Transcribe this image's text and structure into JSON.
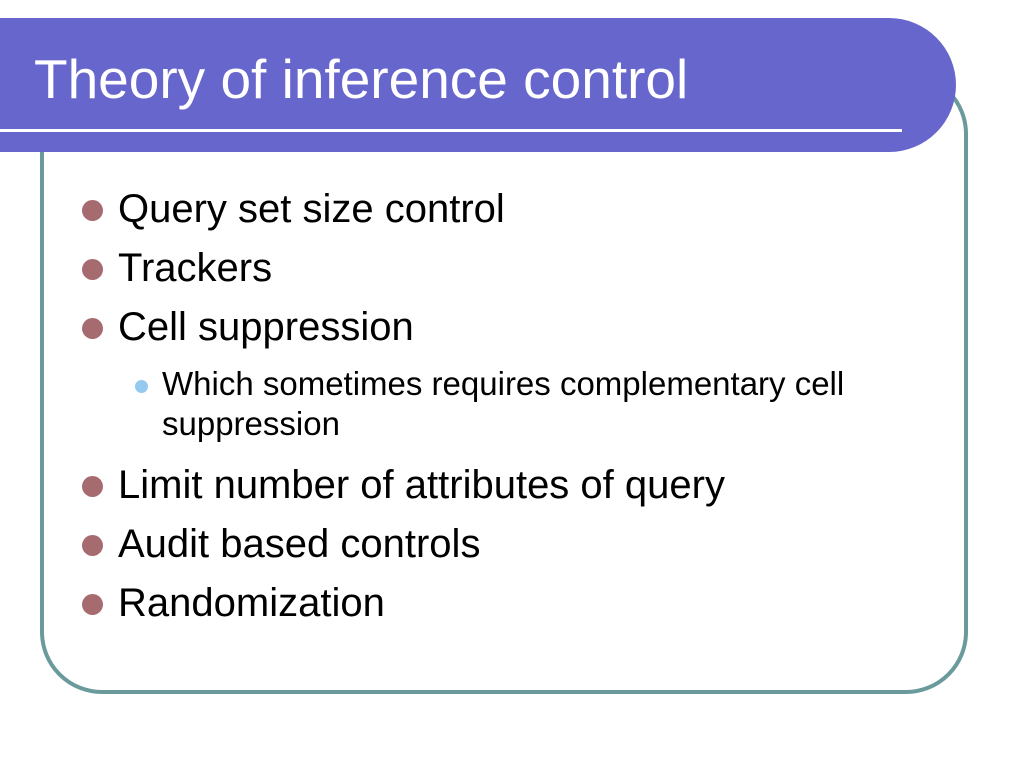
{
  "slide": {
    "title": "Theory of inference control",
    "bullets": [
      {
        "text": "Query set size control",
        "level": 1
      },
      {
        "text": "Trackers",
        "level": 1
      },
      {
        "text": "Cell suppression",
        "level": 1
      },
      {
        "text": "Which sometimes requires complementary cell suppression",
        "level": 2
      },
      {
        "text": "Limit number of attributes of query",
        "level": 1
      },
      {
        "text": "Audit based controls",
        "level": 1
      },
      {
        "text": "Randomization",
        "level": 1
      }
    ]
  },
  "colors": {
    "title_bar": "#6666cc",
    "title_text": "#ffffff",
    "frame_border": "#6a9a9b",
    "bullet_level1": "#a66b6f",
    "bullet_level2": "#94c9f0"
  }
}
